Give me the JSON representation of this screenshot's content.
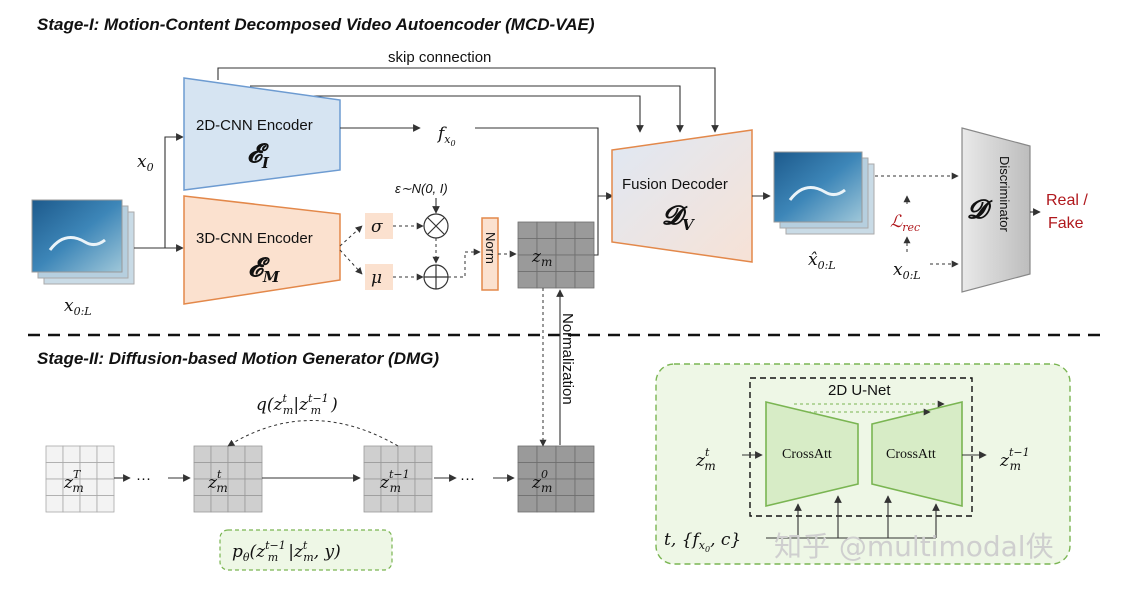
{
  "stage1": {
    "title": "Stage-I: Motion-Content Decomposed Video Autoencoder (MCD-VAE)",
    "skip_connection": "skip connection",
    "encoder_2d": {
      "label": "2D-CNN Encoder",
      "symbol": "𝓔",
      "sub": "I"
    },
    "encoder_3d": {
      "label": "3D-CNN Encoder",
      "symbol": "𝓔",
      "sub": "M"
    },
    "fusion_decoder": {
      "label": "Fusion Decoder",
      "symbol": "𝓓",
      "sub": "V"
    },
    "discriminator": {
      "label": "Discriminator",
      "symbol": "𝓓"
    },
    "x0": "x",
    "x0_sub": "0",
    "x0L": "x",
    "x0L_sub": "0:L",
    "fx0": "f",
    "fx0_sub": "x",
    "fx0_subsub": "0",
    "eps": "ε∼N(0, I)",
    "sigma": "σ",
    "mu": "μ",
    "norm": "Norm",
    "zm": "z",
    "zm_sub": "m",
    "xhat": "x̂",
    "xhat_sub": "0:L",
    "xreal": "x",
    "xreal_sub": "0:L",
    "lrec": "ℒ",
    "lrec_sub": "rec",
    "real_fake": [
      "Real /",
      "Fake"
    ]
  },
  "stage2": {
    "title": "Stage-II: Diffusion-based Motion Generator (DMG)",
    "normalization": "Normalization",
    "q_label": "q(z",
    "q_full": [
      "q(",
      "z",
      "t",
      "m",
      "|",
      "z",
      "t−1",
      "m",
      ")"
    ],
    "p_label": [
      "p",
      "θ",
      "(z",
      "t−1",
      "m",
      "|z",
      "t",
      "m",
      ", y)"
    ],
    "dots": "···",
    "grids": [
      {
        "z": "z",
        "sup": "T",
        "sub": "m"
      },
      {
        "z": "z",
        "sup": "t",
        "sub": "m"
      },
      {
        "z": "z",
        "sup": "t−1",
        "sub": "m"
      },
      {
        "z": "z",
        "sup": "0",
        "sub": "m"
      }
    ],
    "unet": {
      "title": "2D U-Net",
      "crossatt_left": "CrossAtt",
      "crossatt_right": "CrossAtt",
      "input": {
        "z": "z",
        "sup": "t",
        "sub": "m"
      },
      "output": {
        "z": "z",
        "sup": "t−1",
        "sub": "m"
      },
      "cond": [
        "t, {f",
        "x",
        "0",
        ", c}"
      ]
    }
  },
  "watermark": "知乎 @multimodal侠",
  "colors": {
    "enc2d_fill": "#d6e4f2",
    "enc2d_stroke": "#6d9bd1",
    "enc3d_fill": "#fbe1cf",
    "enc3d_stroke": "#e3884a",
    "decoder_stroke": "#e3884a",
    "crossatt_fill": "#d7ecc6",
    "crossatt_stroke": "#7ab552",
    "dmg_box_fill": "#eef7e6",
    "dmg_box_stroke": "#7ab552",
    "red_text": "#b0181d"
  }
}
